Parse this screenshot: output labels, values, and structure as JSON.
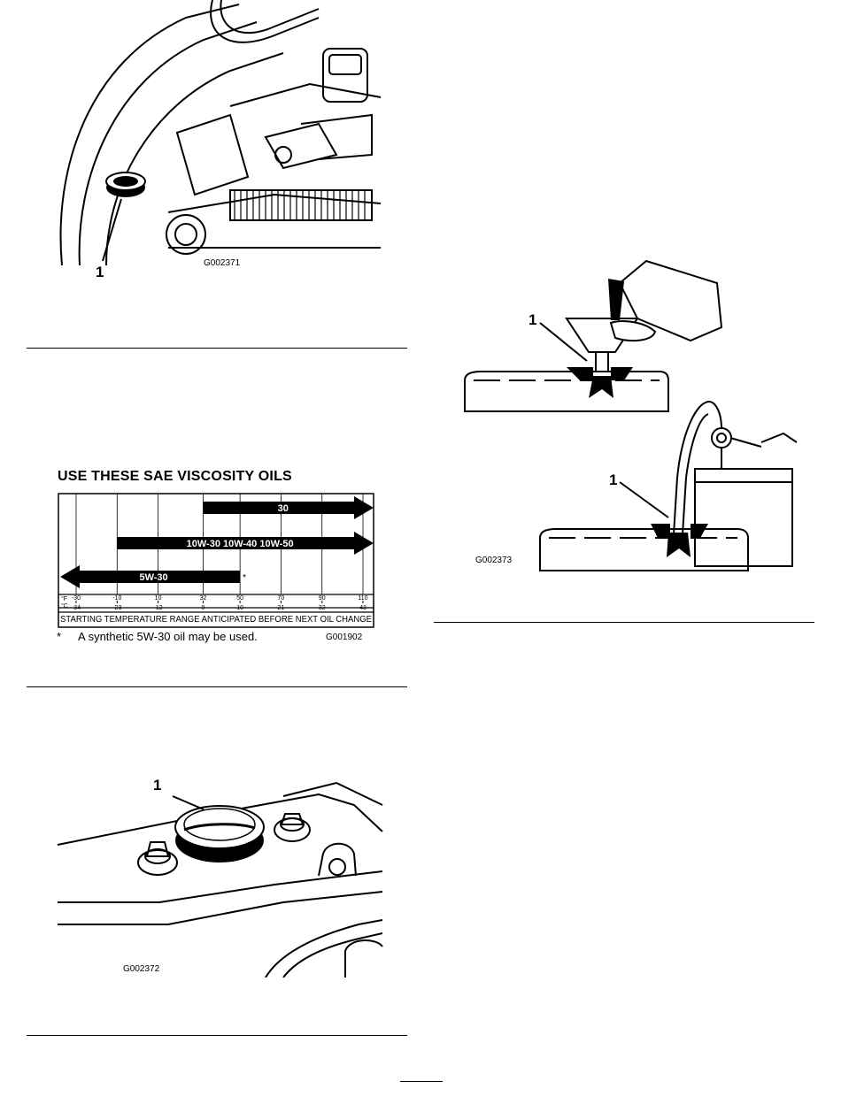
{
  "figure1": {
    "callout": "1",
    "id": "G002371"
  },
  "figure2": {
    "title": "USE THESE SAE VISCOSITY OILS",
    "id": "G001902",
    "footnote_marker": "*",
    "footnote": "A synthetic 5W-30 oil may be used."
  },
  "figure3": {
    "callout": "1",
    "id": "G002372"
  },
  "figure4": {
    "callout_top": "1",
    "callout_bottom": "1",
    "id": "G002373"
  },
  "chart_data": {
    "type": "table",
    "title": "USE THESE SAE VISCOSITY OILS",
    "fahrenheit_label": "°F",
    "celsius_label": "°C",
    "fahrenheit_ticks": [
      "-30",
      "-10",
      "10",
      "32",
      "50",
      "70",
      "90",
      "110"
    ],
    "celsius_ticks": [
      "-34",
      "-23",
      "-12",
      "0",
      "10",
      "21",
      "32",
      "43"
    ],
    "axis_caption": "STARTING TEMPERATURE RANGE ANTICIPATED BEFORE NEXT OIL CHANGE",
    "xlim_fahrenheit": [
      -30,
      110
    ],
    "bars": [
      {
        "label": "30",
        "from_f": 32,
        "to_f": 110,
        "arrow": "right"
      },
      {
        "label": "10W-30  10W-40  10W-50",
        "from_f": -10,
        "to_f": 110,
        "arrow": "right"
      },
      {
        "label": "5W-30",
        "from_f": -30,
        "to_f": 50,
        "arrow": "left"
      }
    ],
    "asterisk": "*"
  }
}
